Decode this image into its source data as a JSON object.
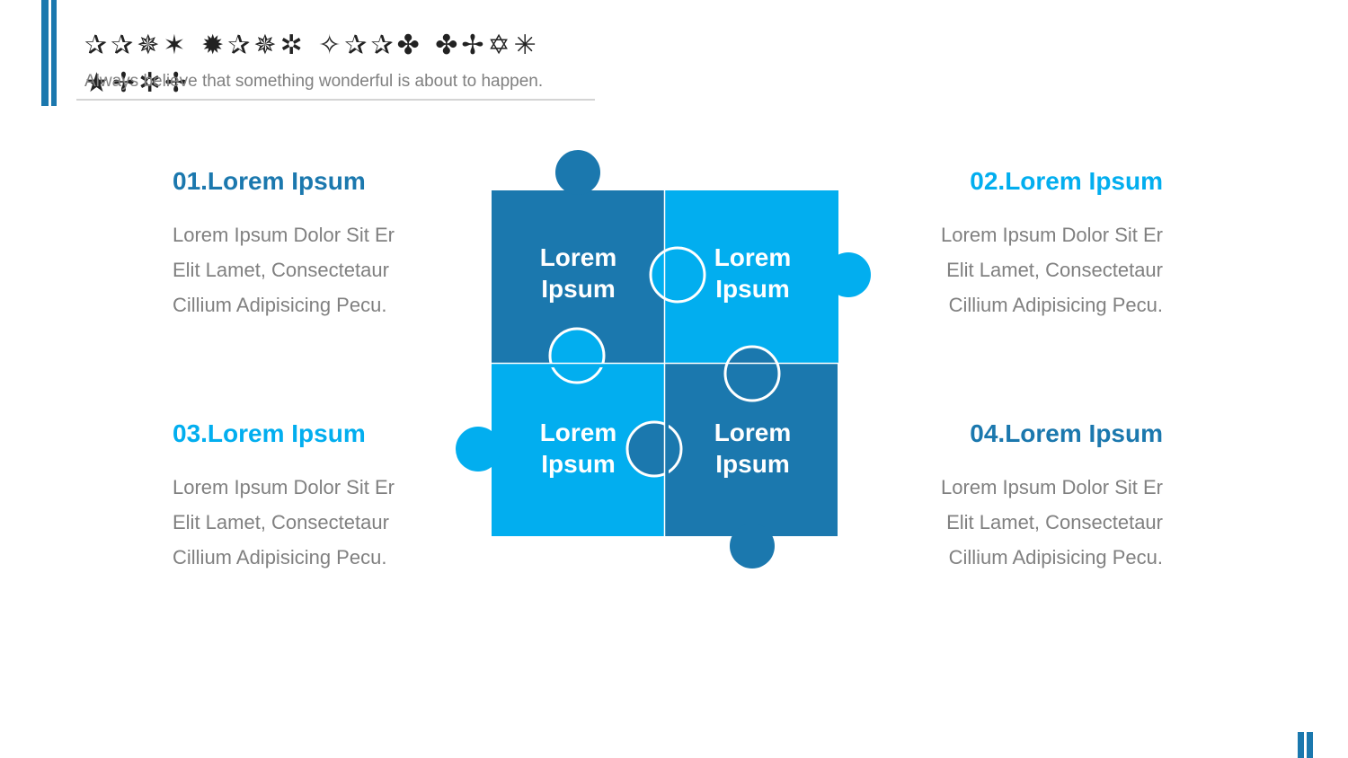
{
  "header": {
    "title": "✰✰✵✶ ✹✰✵✲ ✧✰✰✤ ✤✢✡✳ ★✢✲✢",
    "subtitle": "Always believe that something wonderful is about to happen."
  },
  "items": [
    {
      "heading": "01.Lorem Ipsum",
      "lines": [
        "Lorem Ipsum Dolor Sit Er",
        "Elit Lamet, Consectetaur",
        "Cillium Adipisicing Pecu."
      ]
    },
    {
      "heading": "02.Lorem Ipsum",
      "lines": [
        "Lorem Ipsum Dolor Sit Er",
        "Elit Lamet, Consectetaur",
        "Cillium Adipisicing Pecu."
      ]
    },
    {
      "heading": "03.Lorem Ipsum",
      "lines": [
        "Lorem Ipsum Dolor Sit Er",
        "Elit Lamet, Consectetaur",
        "Cillium Adipisicing Pecu."
      ]
    },
    {
      "heading": "04.Lorem Ipsum",
      "lines": [
        "Lorem Ipsum Dolor Sit Er",
        "Elit Lamet, Consectetaur",
        "Cillium Adipisicing Pecu."
      ]
    }
  ],
  "puzzle": {
    "pieces": [
      {
        "line1": "Lorem",
        "line2": "Ipsum"
      },
      {
        "line1": "Lorem",
        "line2": "Ipsum"
      },
      {
        "line1": "Lorem",
        "line2": "Ipsum"
      },
      {
        "line1": "Lorem",
        "line2": "Ipsum"
      }
    ]
  },
  "colors": {
    "dark_blue": "#1b78ae",
    "light_blue": "#02aeef",
    "text_gray": "#808080"
  }
}
